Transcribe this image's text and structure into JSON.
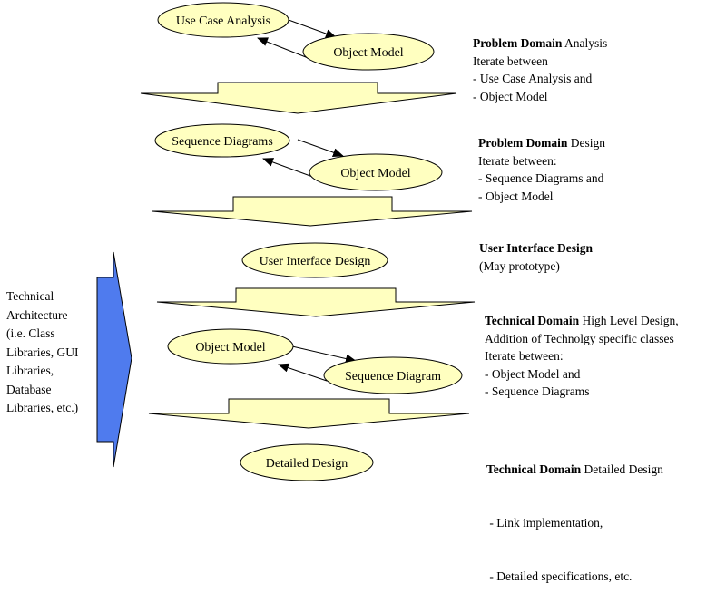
{
  "colors": {
    "ellipse_fill": "#ffffc0",
    "block_arrow_fill": "#ffffc0",
    "architecture_arrow_fill": "#4f7bee",
    "stroke": "#000000"
  },
  "nodes": {
    "use_case_analysis": "Use Case Analysis",
    "object_model_1": "Object Model",
    "sequence_diagrams": "Sequence Diagrams",
    "object_model_2": "Object Model",
    "user_interface_design": "User Interface Design",
    "object_model_3": "Object Model",
    "sequence_diagram": "Sequence Diagram",
    "detailed_design": "Detailed Design"
  },
  "stages": {
    "problem_analysis": {
      "bold": "Problem Domain",
      "rest": " Analysis",
      "lines": [
        "Iterate between",
        "- Use Case Analysis and",
        "- Object Model"
      ]
    },
    "problem_design": {
      "bold": "Problem Domain",
      "rest": " Design",
      "lines": [
        "Iterate between:",
        "- Sequence Diagrams and",
        "- Object Model"
      ]
    },
    "ui_design": {
      "bold": "User Interface Design",
      "rest": "",
      "lines": [
        "(May prototype)"
      ]
    },
    "technical_high": {
      "bold": "Technical Domain",
      "rest": " High Level Design,",
      "lines": [
        "Addition of Technolgy specific classes",
        "Iterate between:",
        "- Object Model and",
        "- Sequence Diagrams"
      ]
    },
    "technical_detailed": {
      "bold": "Technical Domain",
      "rest": " Detailed Design",
      "lines": [
        " - Link implementation,",
        " - Detailed specifications, etc."
      ]
    }
  },
  "architecture": {
    "lines": [
      "Technical",
      "Architecture",
      "(i.e. Class",
      "Libraries, GUI",
      "Libraries,",
      "Database",
      "Libraries, etc.)"
    ]
  }
}
